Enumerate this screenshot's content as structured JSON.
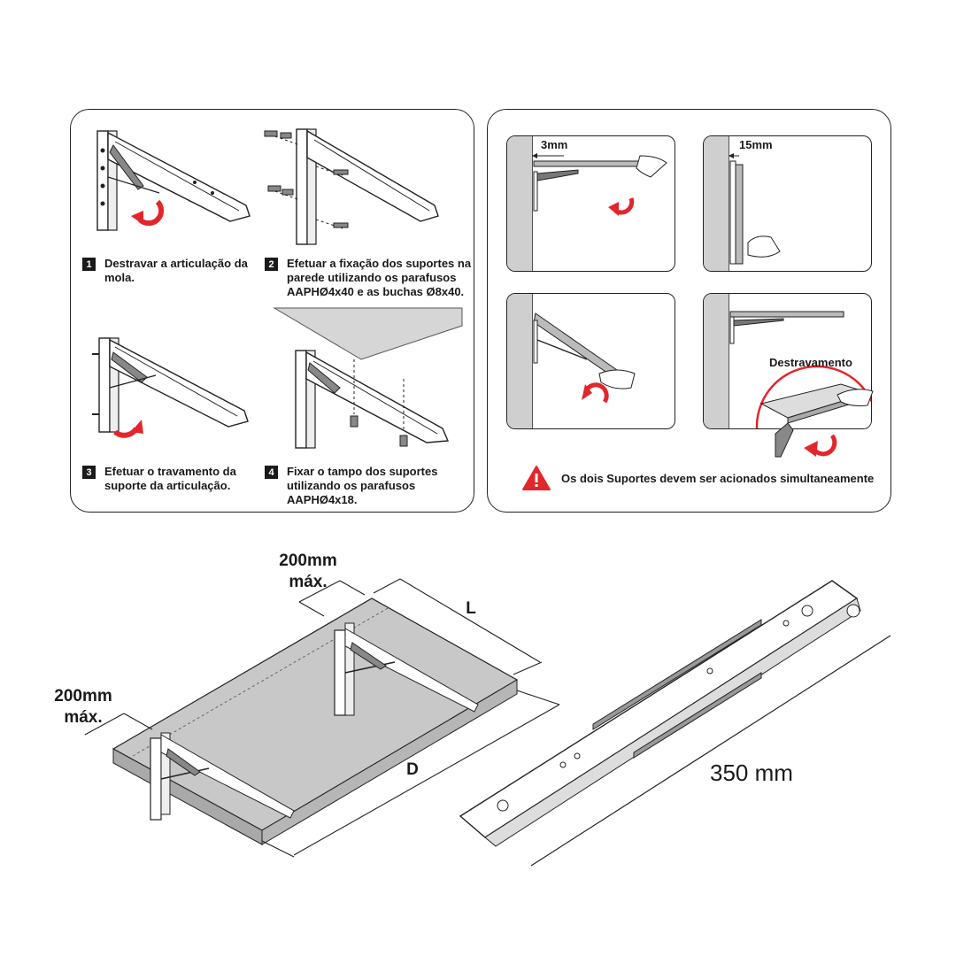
{
  "steps": [
    {
      "num": "1",
      "text": "Destravar a articulação da\nmola."
    },
    {
      "num": "2",
      "text": "Efetuar a fixação dos suportes na\nparede utilizando os parafusos\nAAPHØ4x40 e as buchas Ø8x40."
    },
    {
      "num": "3",
      "text": "Efetuar o travamento da\nsuporte da articulação."
    },
    {
      "num": "4",
      "text": "Fixar o tampo dos suportes\nutilizando os parafusos\nAAPHØ4x18."
    }
  ],
  "clearances": {
    "top_left": "3mm",
    "top_right": "15mm"
  },
  "unlock_label": "Destravamento",
  "warning": {
    "text": "Os dois Suportes devem ser  acionados simultaneamente",
    "icon": "warning-triangle-icon"
  },
  "dimensions": {
    "max_top": "200mm\nmáx.",
    "max_left": "200mm\nmáx.",
    "width_label": "L",
    "depth_label": "D",
    "bracket_length": "350 mm"
  },
  "colors": {
    "accent_red": "#e2262b",
    "line": "#222222",
    "wall": "#cfcfcf",
    "board": "#bdbdbd"
  }
}
